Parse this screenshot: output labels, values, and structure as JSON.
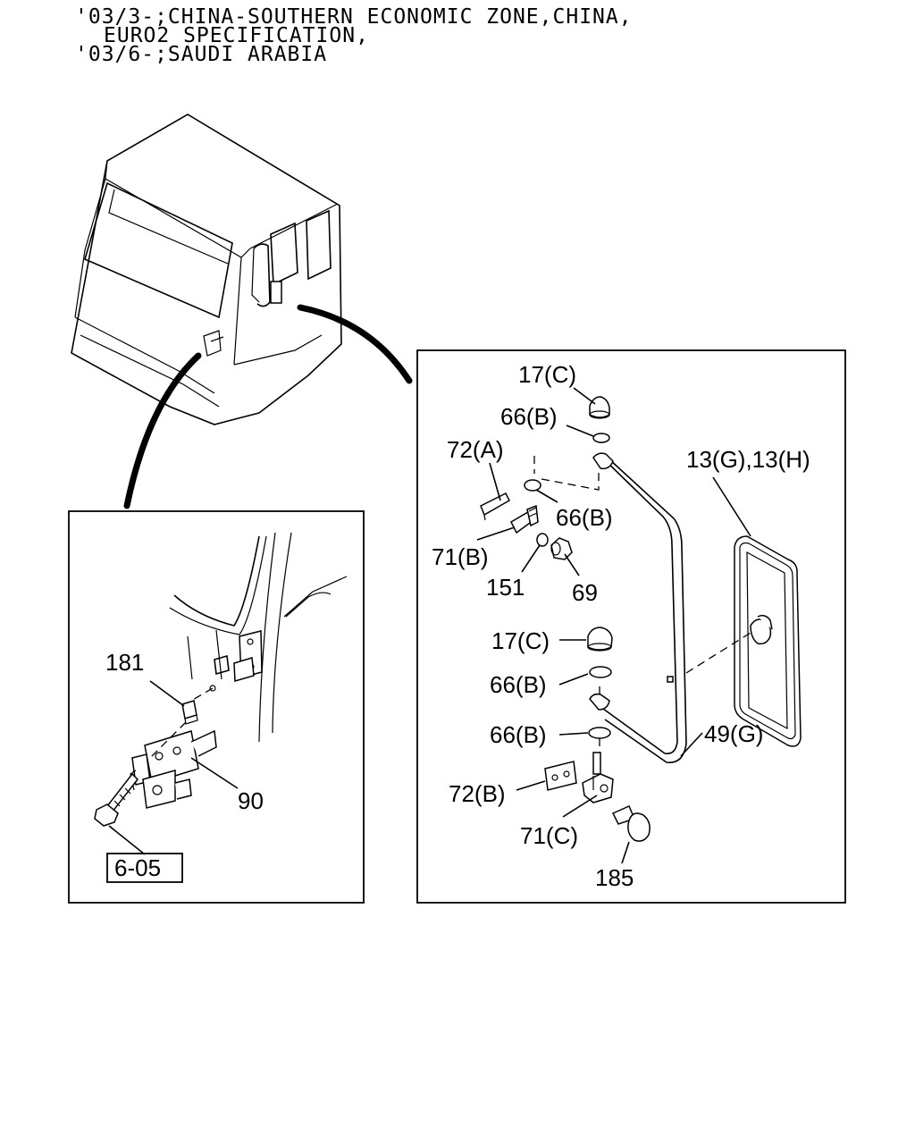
{
  "notes": [
    "'03/3-;CHINA-SOUTHERN ECONOMIC ZONE,CHINA,",
    "EURO2 SPECIFICATION,",
    "'03/6-;SAUDI ARABIA"
  ],
  "left_panel": {
    "callouts": [
      "181",
      "90"
    ],
    "reference": "6-05"
  },
  "right_panel": {
    "callouts": [
      "17(C)",
      "66(B)",
      "72(A)",
      "13(G),13(H)",
      "66(B)",
      "71(B)",
      "151",
      "69",
      "17(C)",
      "66(B)",
      "66(B)",
      "49(G)",
      "72(B)",
      "71(C)",
      "185"
    ]
  }
}
